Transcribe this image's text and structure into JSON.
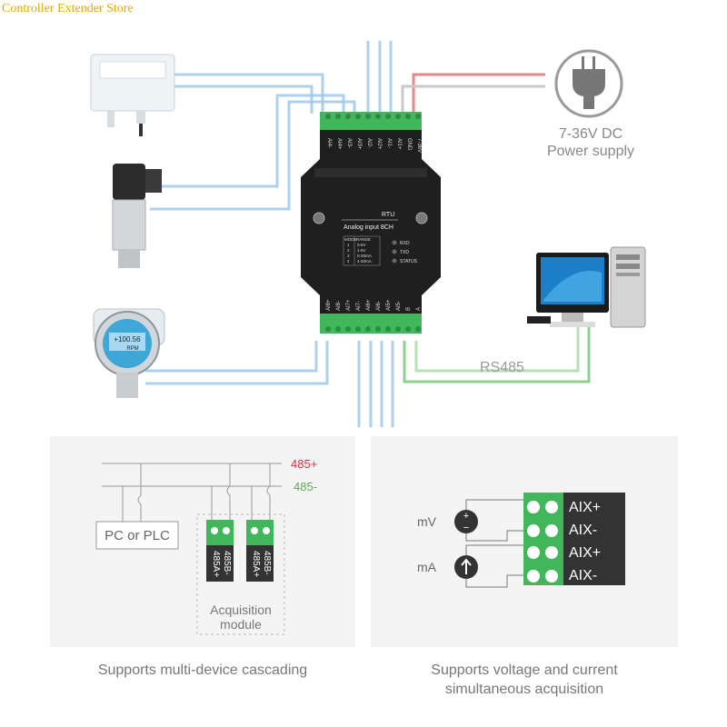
{
  "watermark": "Controller Extender Store",
  "power_supply": {
    "voltage": "7-36V DC",
    "label": "Power supply"
  },
  "rs485_label": "RS485",
  "module": {
    "title": "RTU",
    "subtitle": "Analog input 8CH",
    "table_header": [
      "MODE",
      "RANGE"
    ],
    "table_rows": [
      [
        "1",
        "0-5V"
      ],
      [
        "2",
        "1-5V"
      ],
      [
        "3",
        "0-20mA"
      ],
      [
        "4",
        "4-20mA"
      ]
    ],
    "leds": [
      "RXD",
      "TXD",
      "STATUS"
    ],
    "top_terminals": [
      "AI4-",
      "AI4+",
      "AI3-",
      "AI3+",
      "AI2-",
      "AI2+",
      "AI1-",
      "AI1+",
      "GND",
      "7-36V"
    ],
    "bottom_terminals": [
      "AI8+",
      "AI8-",
      "AI7+",
      "AI7-",
      "AI6+",
      "AI6-",
      "AI5+",
      "AI5-",
      "B",
      "A"
    ]
  },
  "transmitter_display": {
    "value": "+100.56",
    "unit": "RPM"
  },
  "cascading_diagram": {
    "bus_plus": "485+",
    "bus_minus": "485-",
    "host_label": "PC or PLC",
    "module_terminals": [
      "485A+",
      "485B-"
    ],
    "module_label_line1": "Acquisition",
    "module_label_line2": "module",
    "caption": "Supports multi-device cascading"
  },
  "acquisition_diagram": {
    "voltage_label": "mV",
    "current_label": "mA",
    "terminals": [
      "AIX+",
      "AIX-",
      "AIX+",
      "AIX-"
    ],
    "caption_line1": "Supports voltage and current",
    "caption_line2": "simultaneous acquisition"
  },
  "colors": {
    "bus_plus": "#d9333f",
    "bus_minus": "#5aaa5a",
    "terminal_green": "#41b65a",
    "wire_blue": "#9fc8e8",
    "wire_red": "#e58a8a",
    "wire_green": "#8fcf8f"
  }
}
